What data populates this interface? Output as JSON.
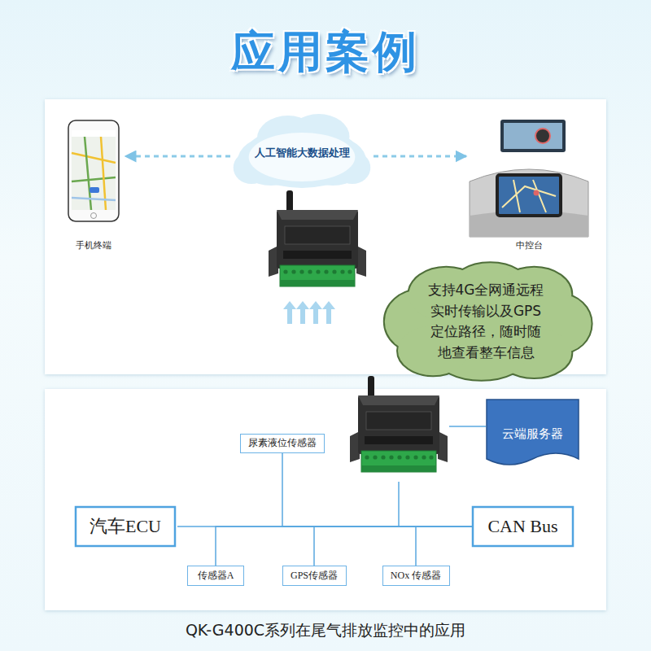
{
  "diagram": {
    "title": "应用案例",
    "caption": "QK-G400C系列在尾气排放监控中的应用",
    "nodes": [
      {
        "text": [
          "手机终端"
        ]
      },
      {
        "text": [
          "人工智能大数据处理"
        ]
      },
      {
        "text": [
          "中控台"
        ]
      },
      {
        "text": [
          "支持4G全网通远程 实时传输以及GPS 定位路径，随时随 地查看整车信息"
        ]
      },
      {
        "text": [
          "云端服务器"
        ]
      },
      {
        "text": [
          "尿素液位传感器"
        ]
      },
      {
        "text": [
          "汽车ECU"
        ]
      },
      {
        "text": [
          "CAN Bus"
        ]
      },
      {
        "text": [
          "传感器A"
        ]
      },
      {
        "text": [
          "GPS传感器"
        ]
      },
      {
        "text": [
          "NOx 传感器"
        ]
      }
    ],
    "edges": [
      {
        "from": 1,
        "to": 0,
        "arrow": "to"
      },
      {
        "from": 1,
        "to": 2,
        "arrow": "to"
      },
      {
        "from": 6,
        "to": 7,
        "arrow": "none"
      },
      {
        "from": 5,
        "to": 7,
        "arrow": "none"
      },
      {
        "from": 8,
        "to": 7,
        "arrow": "none"
      },
      {
        "from": 9,
        "to": 7,
        "arrow": "none"
      },
      {
        "from": 10,
        "to": 7,
        "arrow": "none"
      }
    ]
  }
}
